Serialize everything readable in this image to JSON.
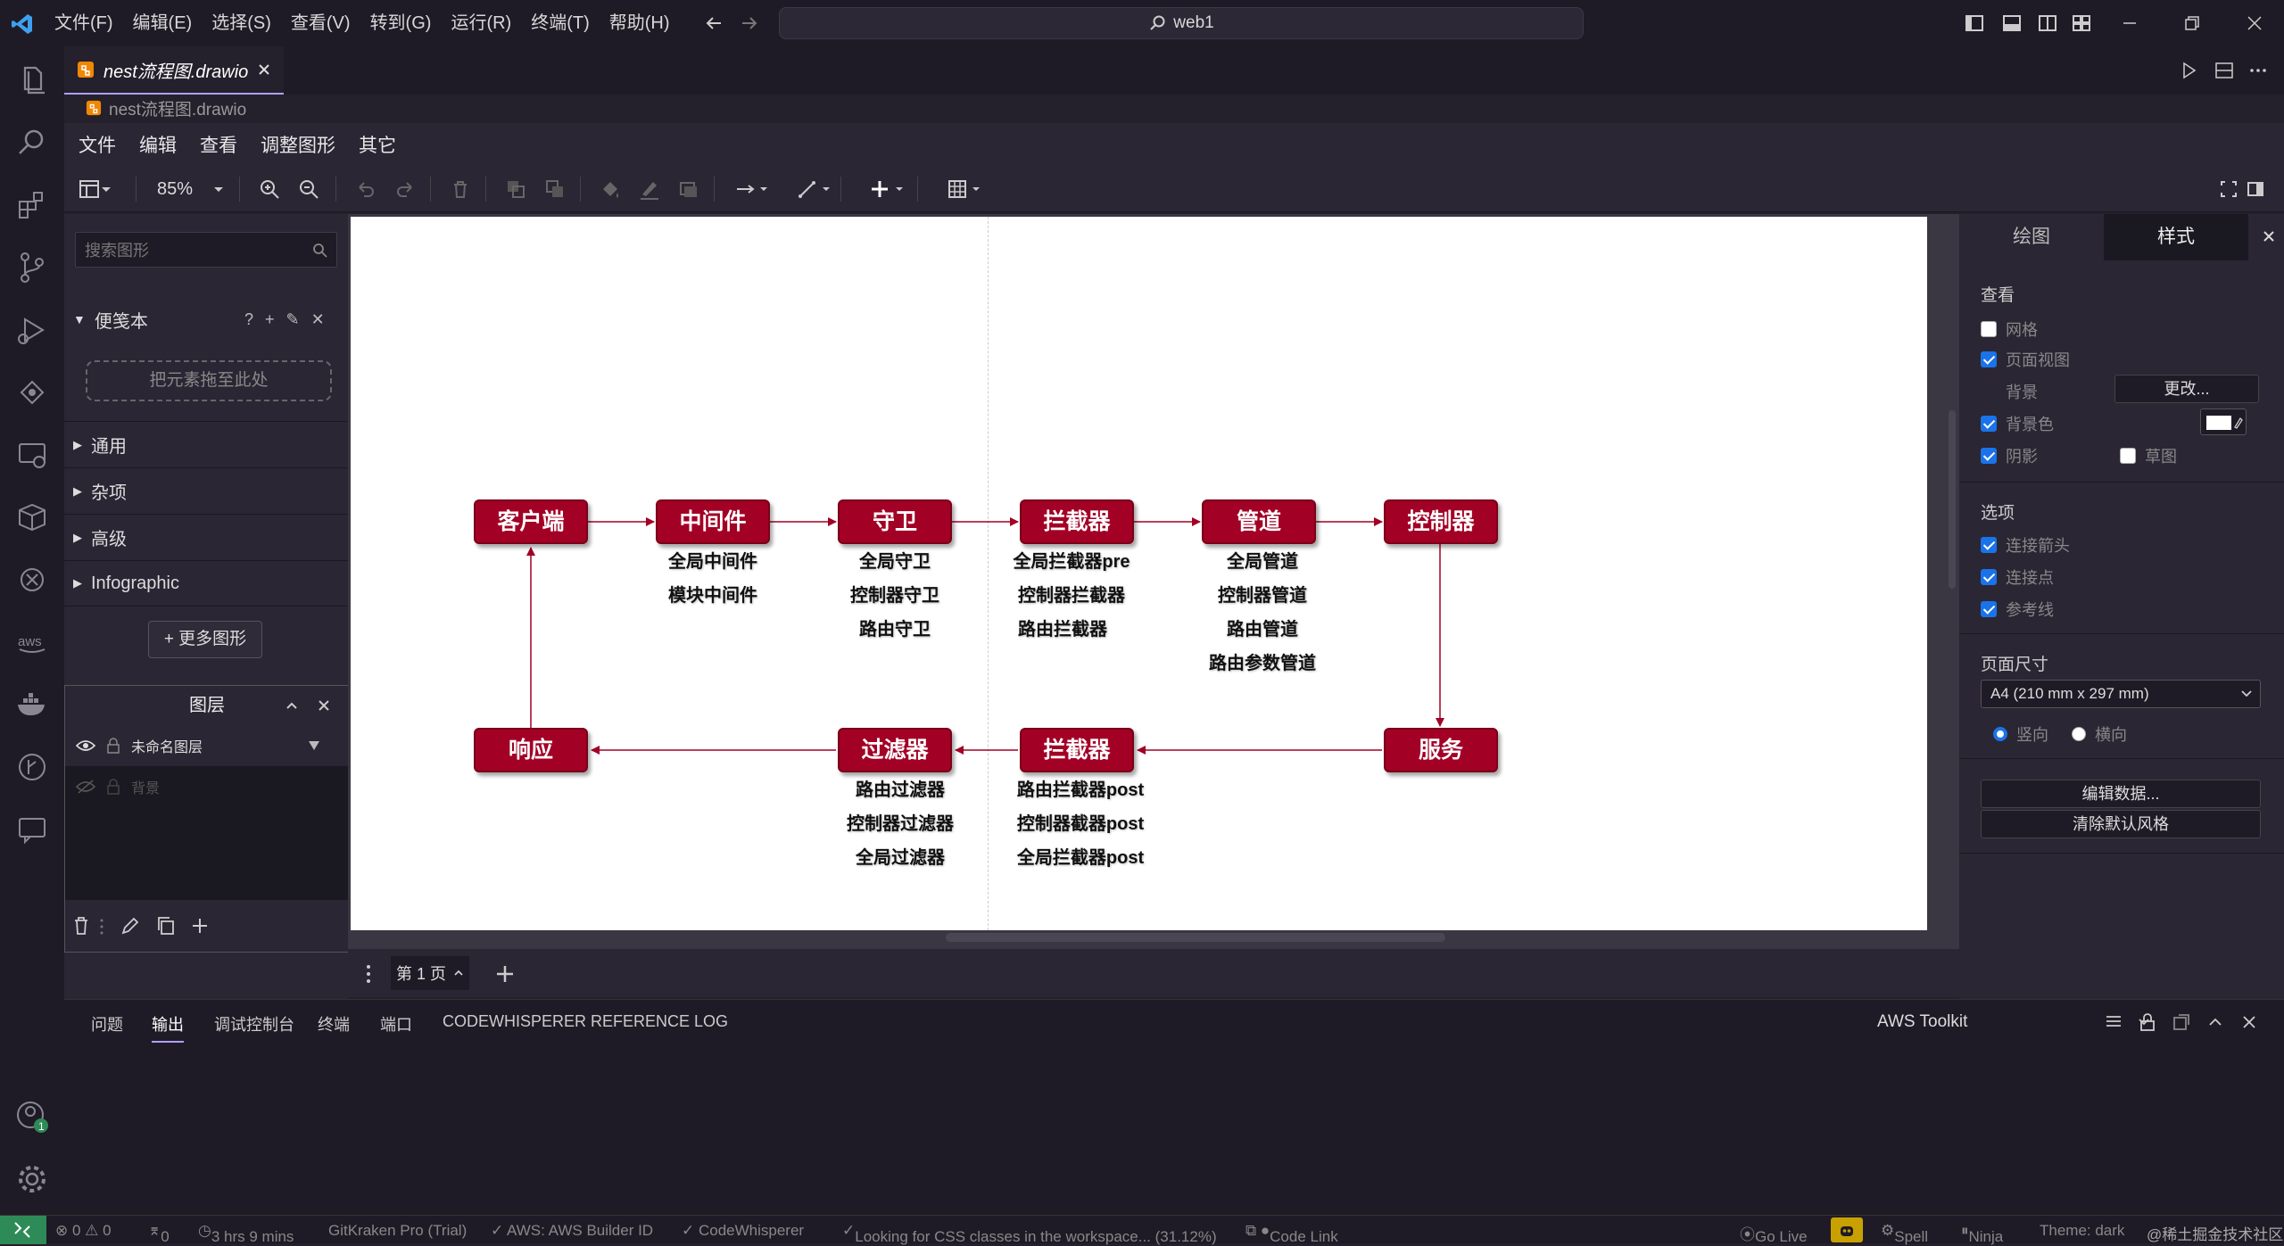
{
  "titlebar": {
    "menu": [
      "文件(F)",
      "编辑(E)",
      "选择(S)",
      "查看(V)",
      "转到(G)",
      "运行(R)",
      "终端(T)",
      "帮助(H)"
    ],
    "search": "web1"
  },
  "tab": {
    "title": "nest流程图.drawio"
  },
  "breadcrumb": "nest流程图.drawio",
  "drawio": {
    "menu": [
      "文件",
      "编辑",
      "查看",
      "调整图形",
      "其它"
    ],
    "zoom": "85%"
  },
  "shapes": {
    "search_placeholder": "搜索图形",
    "scratchpad": "便笺本",
    "scratchpad_tools": "? + ✎ ✕",
    "dropzone": "把元素拖至此处",
    "sections": [
      "通用",
      "杂项",
      "高级",
      "Infographic"
    ],
    "more": "+ 更多图形"
  },
  "layers": {
    "title": "图层",
    "rows": [
      "未命名图层",
      "背景"
    ]
  },
  "diagram": {
    "nodes": {
      "client": "客户端",
      "middleware": "中间件",
      "guard": "守卫",
      "interceptor_pre": "拦截器",
      "pipe": "管道",
      "controller": "控制器",
      "response": "响应",
      "filter": "过滤器",
      "interceptor_post": "拦截器",
      "service": "服务"
    },
    "labels": {
      "middleware": [
        "全局中间件",
        "模块中间件"
      ],
      "guard": [
        "全局守卫",
        "控制器守卫",
        "路由守卫"
      ],
      "interceptor_pre": [
        "全局拦截器pre",
        "控制器拦截器",
        "路由拦截器"
      ],
      "pipe": [
        "全局管道",
        "控制器管道",
        "路由管道",
        "路由参数管道"
      ],
      "filter": [
        "路由过滤器",
        "控制器过滤器",
        "全局过滤器"
      ],
      "interceptor_post": [
        "路由拦截器post",
        "控制器截器post",
        "全局拦截器post"
      ]
    },
    "node_color": "#a20025"
  },
  "pagetab": "第 1 页",
  "format": {
    "tabs": [
      "绘图",
      "样式"
    ],
    "view_title": "查看",
    "grid": "网格",
    "page_view": "页面视图",
    "background": "背景",
    "change": "更改...",
    "bg_color": "背景色",
    "shadow": "阴影",
    "sketch": "草图",
    "options_title": "选项",
    "connection_arrows": "连接箭头",
    "connection_points": "连接点",
    "guides": "参考线",
    "page_size_title": "页面尺寸",
    "page_size": "A4 (210 mm x 297 mm)",
    "portrait": "竖向",
    "landscape": "横向",
    "edit_data": "编辑数据...",
    "clear_style": "清除默认风格"
  },
  "panel": {
    "tabs": [
      "问题",
      "输出",
      "调试控制台",
      "终端",
      "端口",
      "CODEWHISPERER REFERENCE LOG"
    ],
    "channel": "AWS Toolkit"
  },
  "status": {
    "errors": "⊗ 0 ⚠ 0",
    "ports": "0",
    "time": "3 hrs 9 mins",
    "gitkraken": "GitKraken Pro (Trial)",
    "aws": "✓ AWS: AWS Builder ID",
    "codewhisperer": "✓ CodeWhisperer",
    "css": "Looking for CSS classes in the workspace... (31.12%)",
    "codelink": "Code Link",
    "golive": "Go Live",
    "spell": "Spell",
    "ninja": "Ninja",
    "theme": "Theme: dark",
    "watermark": "@稀土掘金技术社区"
  }
}
